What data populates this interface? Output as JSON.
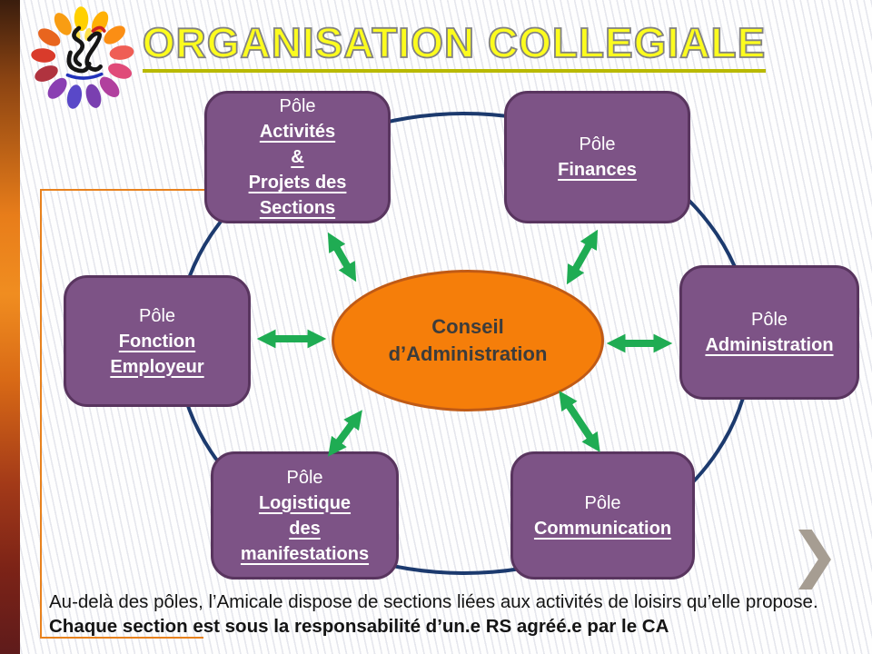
{
  "slide": {
    "title": "ORGANISATION COLLEGIALE",
    "footer_normal": "Au-delà des pôles, l’Amicale dispose de sections liées aux activités de loisirs qu’elle propose. ",
    "footer_bold": "Chaque section est sous la responsabilité d’un.e RS agréé.e par le CA",
    "next_chevron": "❯"
  },
  "diagram": {
    "center": {
      "line1": "Conseil",
      "line2": "d’Administration"
    },
    "nodes": [
      {
        "prefix": "Pôle",
        "lines": [
          "Activités",
          "&",
          "Projets des",
          "Sections"
        ]
      },
      {
        "prefix": "Pôle",
        "lines": [
          "Finances"
        ]
      },
      {
        "prefix": "Pôle",
        "lines": [
          "Fonction",
          "Employeur"
        ]
      },
      {
        "prefix": "Pôle",
        "lines": [
          "Administration"
        ]
      },
      {
        "prefix": "Pôle",
        "lines": [
          "Logistique",
          "des",
          "manifestations"
        ]
      },
      {
        "prefix": "Pôle",
        "lines": [
          "Communication"
        ]
      }
    ],
    "colors": {
      "node_fill": "#7d5386",
      "node_border": "#59355f",
      "center_fill": "#f57e0a",
      "center_border": "#c05a15",
      "arrow_green": "#1fac53",
      "ring_navy": "#1c3a6e",
      "frame_orange": "#e8821e",
      "title_yellow": "#fcfc1e"
    },
    "logo": {
      "name": "association-logo",
      "petals": [
        {
          "angle": -2,
          "color": "#ffd000"
        },
        {
          "angle": 26,
          "color": "#ffb106"
        },
        {
          "angle": 54,
          "color": "#fb8e14"
        },
        {
          "angle": 82,
          "color": "#ef5e55"
        },
        {
          "angle": 109,
          "color": "#e04a79"
        },
        {
          "angle": 137,
          "color": "#b1409e"
        },
        {
          "angle": 164,
          "color": "#7a3fb0"
        },
        {
          "angle": 192,
          "color": "#5948c8"
        },
        {
          "angle": 220,
          "color": "#8a3fb2"
        },
        {
          "angle": 247,
          "color": "#b0333f"
        },
        {
          "angle": 274,
          "color": "#d93b2b"
        },
        {
          "angle": 302,
          "color": "#e8651e"
        },
        {
          "angle": 330,
          "color": "#f89d13"
        },
        {
          "angle": -14,
          "color": "#ffe14d",
          "small": true
        },
        {
          "angle": 13,
          "color": "#ffe14d",
          "small": true
        }
      ]
    }
  }
}
